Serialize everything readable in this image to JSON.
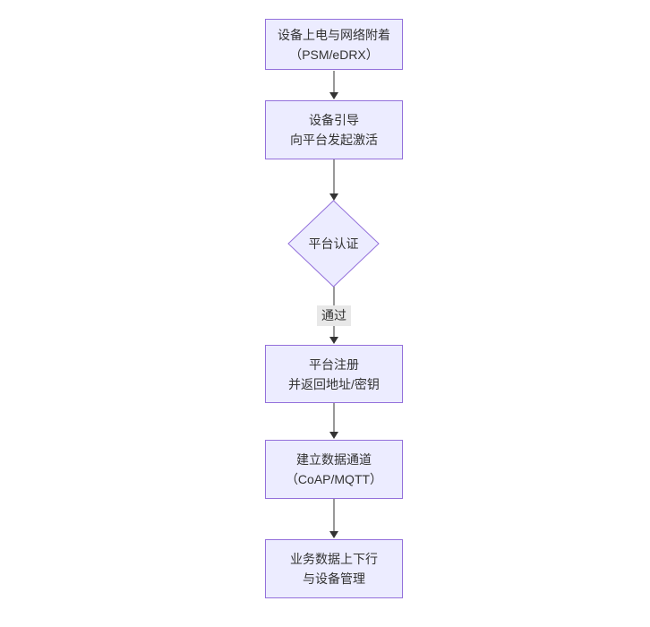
{
  "colors": {
    "canvas_bg": "#ffffff",
    "node_fill": "#ececff",
    "node_border": "#9370db",
    "arrow_color": "#333333",
    "text_color": "#333333",
    "edge_label_bg": "#e8e8e8"
  },
  "nodes": {
    "n1": {
      "l1": "设备上电与网络附着",
      "l2": "（PSM/eDRX）"
    },
    "n2": {
      "l1": "设备引导",
      "l2": "向平台发起激活"
    },
    "n3": {
      "l1": "平台认证"
    },
    "n4": {
      "l1": "平台注册",
      "l2": "并返回地址/密钥"
    },
    "n5": {
      "l1": "建立数据通道",
      "l2": "（CoAP/MQTT）"
    },
    "n6": {
      "l1": "业务数据上下行",
      "l2": "与设备管理"
    }
  },
  "edge_label": "通过",
  "chart_data": {
    "type": "flowchart",
    "direction": "top-down",
    "steps": [
      "设备上电与网络附着（PSM/eDRX）",
      "设备引导 向平台发起激活",
      "平台认证",
      "平台注册 并返回地址/密钥",
      "建立数据通道（CoAP/MQTT）",
      "业务数据上下行 与设备管理"
    ],
    "decision_node": "平台认证",
    "edge_labels": [
      {
        "from": "平台认证",
        "to": "平台注册 并返回地址/密钥",
        "label": "通过"
      }
    ]
  }
}
